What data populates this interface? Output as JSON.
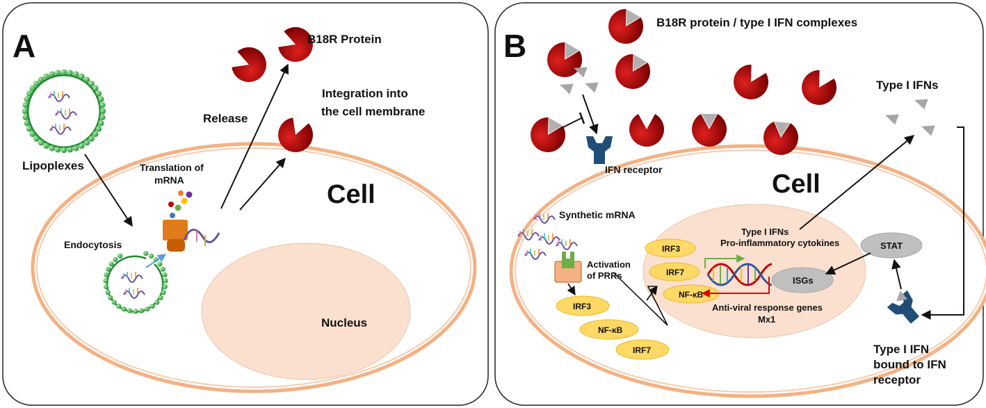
{
  "panel_a": {
    "letter": "A",
    "labels": {
      "b18r_protein": "B18R Protein",
      "release": "Release",
      "integration_line1": "Integration into",
      "integration_line2": "the cell membrane",
      "lipoplexes": "Lipoplexes",
      "translation_line1": "Translation of",
      "translation_line2": "mRNA",
      "cell": "Cell",
      "endocytosis": "Endocytosis",
      "nucleus": "Nucleus"
    }
  },
  "panel_b": {
    "letter": "B",
    "labels": {
      "complexes": "B18R protein / type I IFN complexes",
      "type_i_ifns": "Type I IFNs",
      "ifn_receptor": "IFN receptor",
      "cell": "Cell",
      "synthetic_mrna": "Synthetic mRNA",
      "nucleus_ifns": "Type I IFNs",
      "pro_inflammatory": "Pro-inflammatory cytokines",
      "activation_line1": "Activation",
      "activation_line2": "of PRRs",
      "stat": "STAT",
      "isgs": "ISGs",
      "irf3_nuc": "IRF3",
      "irf7_nuc": "IRF7",
      "nfkb_nuc": "NF-κB",
      "antiviral_line1": "Anti-viral response  genes",
      "antiviral_line2": "Mx1",
      "irf3_cyt": "IRF3",
      "nfkb_cyt": "NF-κB",
      "irf7_cyt": "IRF7",
      "bound_line1": "Type I IFN",
      "bound_line2": "bound to IFN",
      "bound_line3": "receptor"
    }
  },
  "colors": {
    "protein_red": "#c00000",
    "protein_dark": "#8b0000",
    "ifn_grey": "#a6a6a6",
    "cell_outline": "#f4a460",
    "nucleus_fill": "#fbe0cf",
    "factor_fill": "#ffd966",
    "receptor_blue": "#1f4e79",
    "lipid_green": "#33b34a"
  }
}
